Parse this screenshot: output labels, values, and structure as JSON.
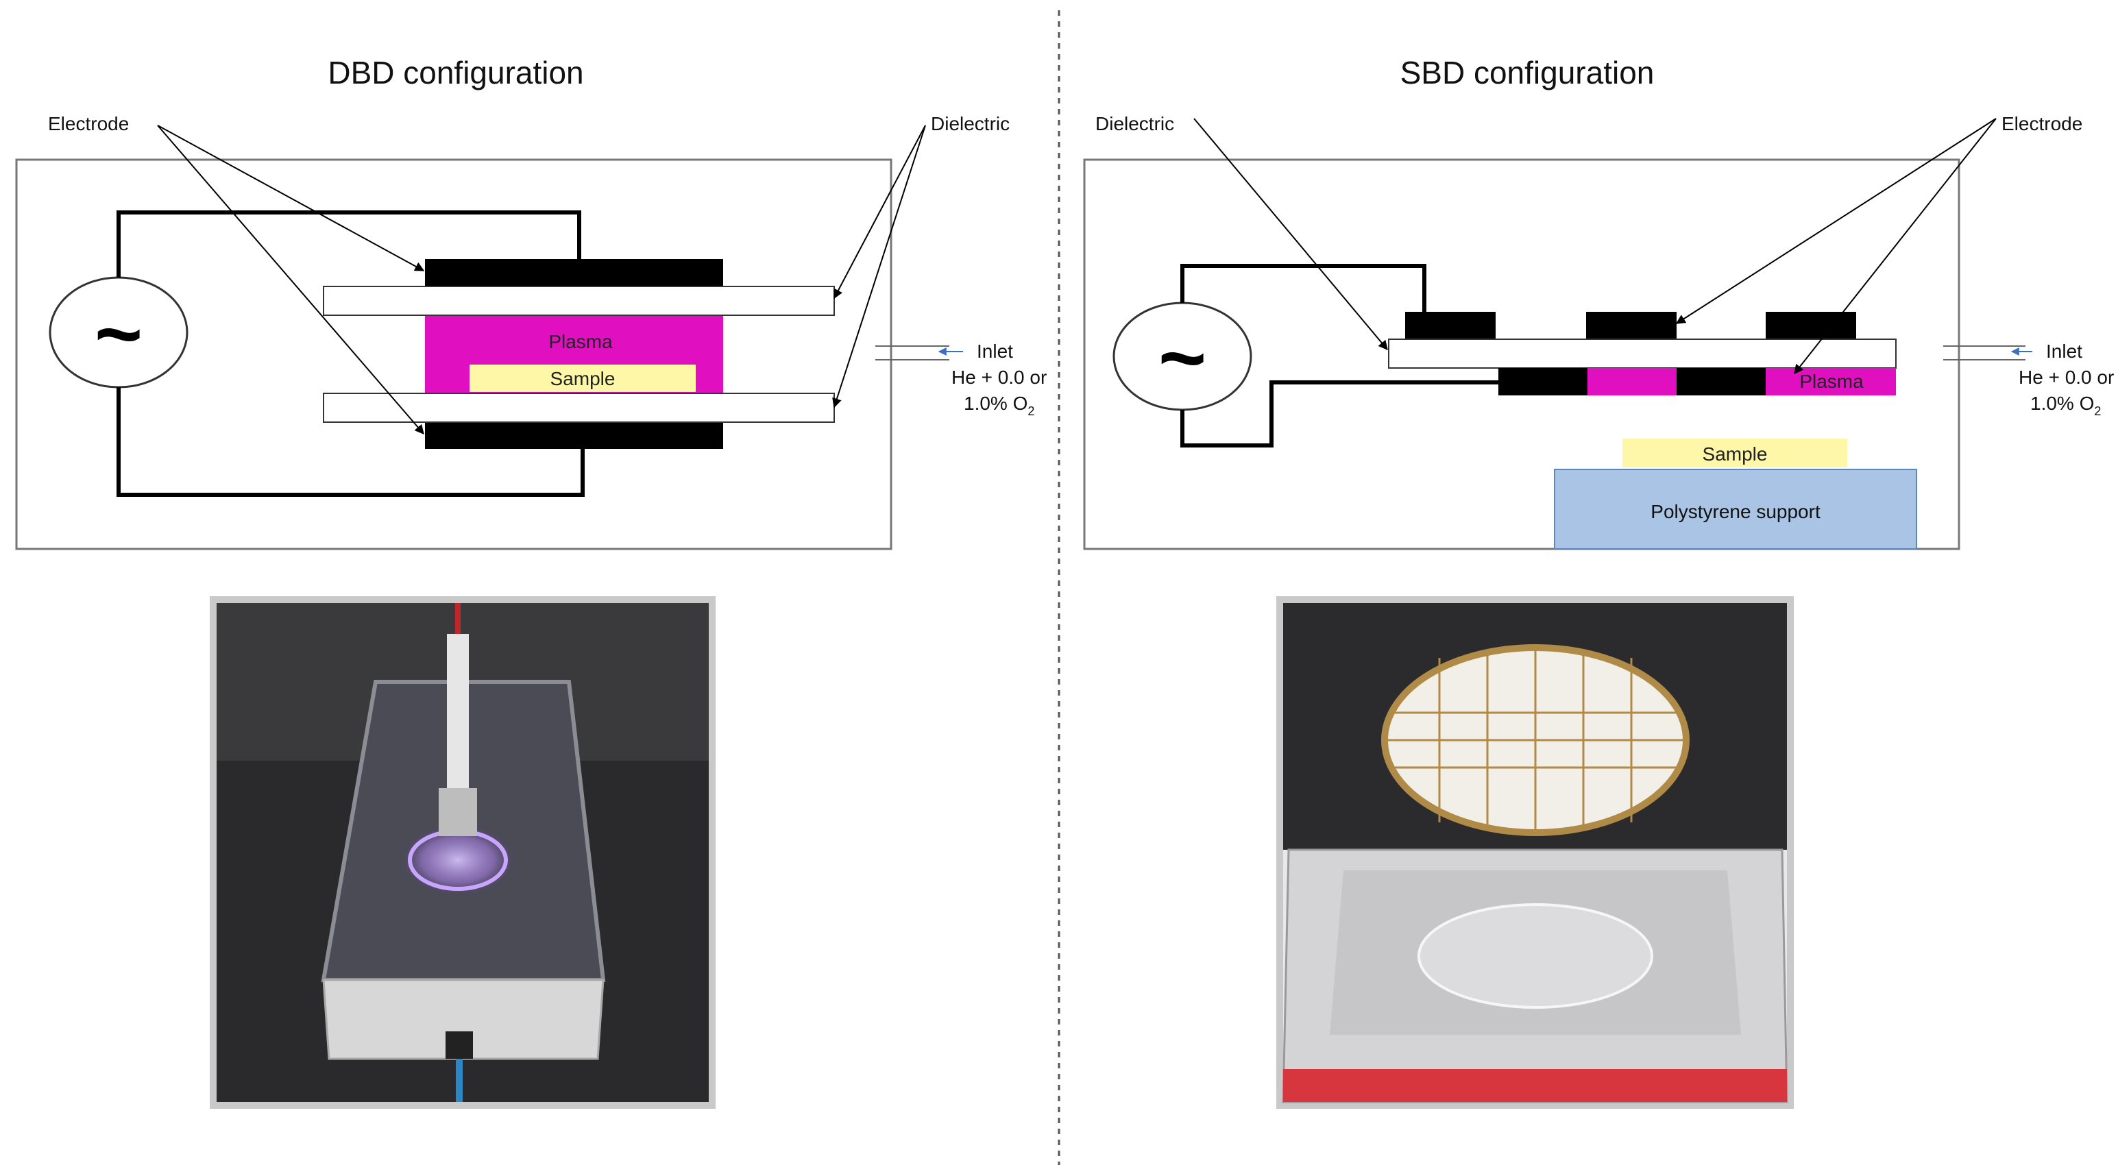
{
  "left": {
    "title": "DBD configuration",
    "electrode_label": "Electrode",
    "dielectric_label": "Dielectric",
    "plasma_label": "Plasma",
    "sample_label": "Sample",
    "inlet_label": "Inlet",
    "gas_line1": "He + 0.0 or",
    "gas_line2_main": "1.0% O",
    "gas_line2_sub": "2",
    "ac_symbol": "~",
    "photo_description_hidden": ""
  },
  "right": {
    "title": "SBD configuration",
    "electrode_label": "Electrode",
    "dielectric_label": "Dielectric",
    "plasma_label": "Plasma",
    "sample_label": "Sample",
    "support_label": "Polystyrene support",
    "inlet_label": "Inlet",
    "gas_line1": "He + 0.0 or",
    "gas_line2_main": "1.0% O",
    "gas_line2_sub": "2",
    "ac_symbol": "~"
  },
  "colors": {
    "plasma": "#e010c0",
    "sample": "#fff7a8",
    "support": "#a9c4e4",
    "support_border": "#5b86c0",
    "electrode": "#000000",
    "divider": "#555555",
    "inlet_arrow": "#3a6fc4",
    "photo_frame": "#c9c9c9"
  }
}
